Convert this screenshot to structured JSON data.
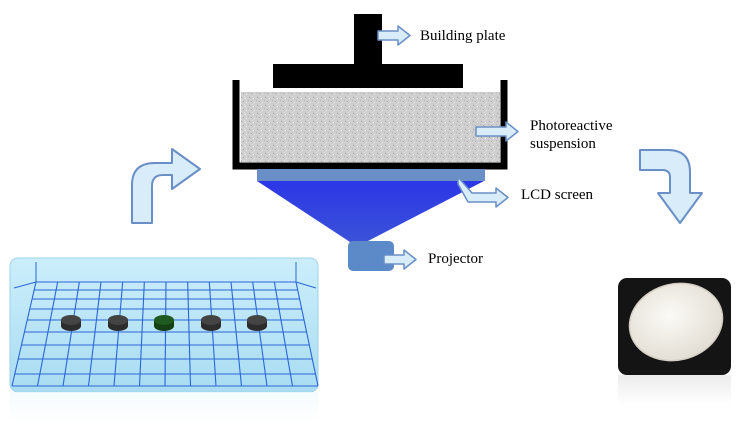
{
  "labels": {
    "building_plate": "Building plate",
    "photoreactive_line1": "Photoreactive",
    "photoreactive_line2": "suspension",
    "lcd_screen": "LCD screen",
    "projector": "Projector"
  },
  "colors": {
    "plate": "#000000",
    "vat_wall": "#000000",
    "suspension": "#c9c9c9",
    "lcd_screen": "#6a8fc6",
    "light_cone": "#2f3fe0",
    "projector": "#5c8ac8",
    "pointer_arrow_fill": "#d8ecfa",
    "pointer_arrow_stroke": "#6a8fc6",
    "flow_arrow_fill": "#d8ecfa",
    "flow_arrow_stroke": "#6a8fc6",
    "build_platform_bg": "#bfe6f5",
    "grid_line": "#2a66d8",
    "tablet_gray": "#444444",
    "tablet_green": "#1f5a1f",
    "photo_bg": "#1a1a1a",
    "printed_tablet": "#f1eee8"
  },
  "icons": {
    "flow_arrow_left": "curved-up-right-arrow",
    "flow_arrow_right": "curved-right-down-arrow"
  },
  "build_platform": {
    "tablet_colors": [
      "tablet_gray",
      "tablet_gray",
      "tablet_green",
      "tablet_gray",
      "tablet_gray"
    ]
  }
}
